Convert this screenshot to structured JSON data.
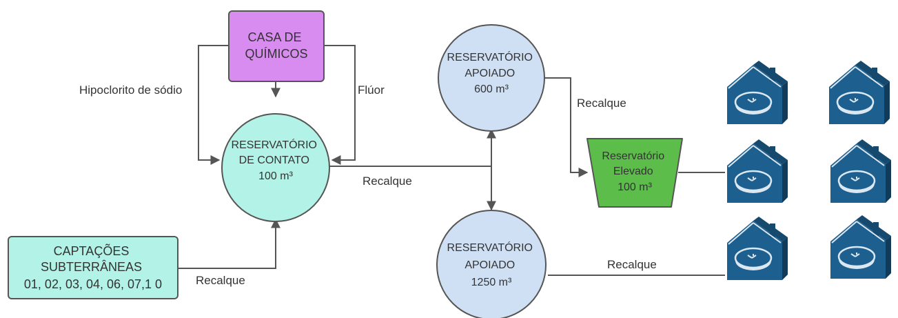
{
  "nodes": {
    "chemicals": {
      "lines": [
        "CASA DE",
        "QUÍMICOS"
      ]
    },
    "contact": {
      "lines": [
        "RESERVATÓRIO",
        "DE CONTATO",
        "100 m³"
      ]
    },
    "captacoes": {
      "lines": [
        "CAPTAÇÕES",
        "SUBTERRÂNEAS",
        "01, 02, 03, 04, 06, 07,1 0"
      ]
    },
    "apoiado600": {
      "lines": [
        "RESERVATÓRIO",
        "APOIADO",
        "600 m³"
      ]
    },
    "apoiado1250": {
      "lines": [
        "RESERVATÓRIO",
        "APOIADO",
        "1250 m³"
      ]
    },
    "elevado": {
      "lines": [
        "Reservatório",
        "Elevado",
        "100 m³"
      ]
    }
  },
  "edges": {
    "hipoclorito": "Hipoclorito de sódio",
    "fluor": "Flúor",
    "recalque_contact": "Recalque",
    "recalque_captacoes": "Recalque",
    "recalque_elevado": "Recalque",
    "recalque_houses": "Recalque"
  },
  "colors": {
    "chemicals_fill": "#d88cf0",
    "contact_fill": "#b3f2e6",
    "captacoes_fill": "#b3f2e6",
    "apoiado_fill": "#cfe0f5",
    "elevado_fill": "#5cbd4a",
    "house_fill": "#1d5f8f",
    "line": "#555555"
  },
  "icons": [
    "house-icon"
  ]
}
